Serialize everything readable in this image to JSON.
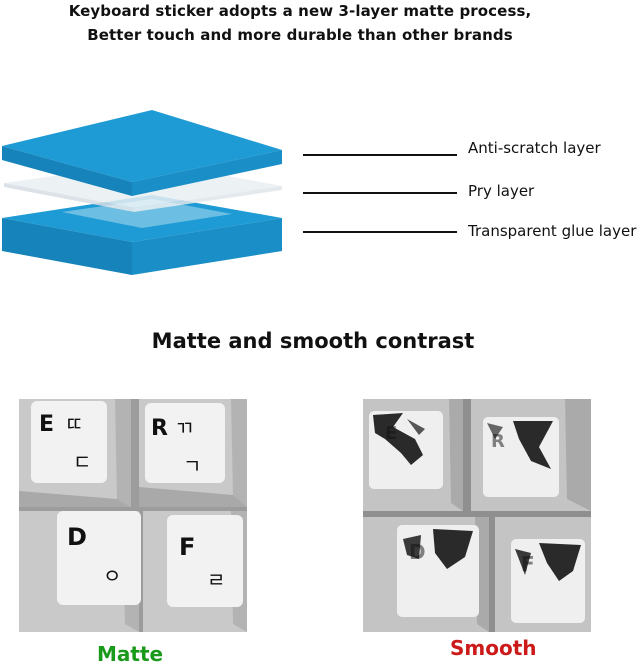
{
  "header": {
    "line1": "Keyboard sticker adopts a new 3-layer matte process,",
    "line2": "Better touch and more durable than other brands"
  },
  "layers": [
    {
      "label": "Anti-scratch layer"
    },
    {
      "label": "Pry layer"
    },
    {
      "label": "Transparent glue layer"
    }
  ],
  "section_title": "Matte and smooth contrast",
  "keys": {
    "e_latin": "E",
    "e_hangul_top": "ㄸ",
    "e_hangul_bottom": "ㄷ",
    "r_latin": "R",
    "r_hangul_top": "ㄲ",
    "r_hangul_bottom": "ㄱ",
    "d_latin": "D",
    "d_hangul": "ㅇ",
    "f_latin": "F",
    "f_hangul": "ㄹ"
  },
  "matte": {
    "caption": "Matte",
    "caption_color": "#1a9a1a"
  },
  "smooth": {
    "caption": "Smooth",
    "caption_color": "#cc1a1a"
  },
  "colors": {
    "layer_blue": "#1e9bd4",
    "layer_blue_dark": "#1683bb",
    "pry_layer": "#e9eef2"
  }
}
